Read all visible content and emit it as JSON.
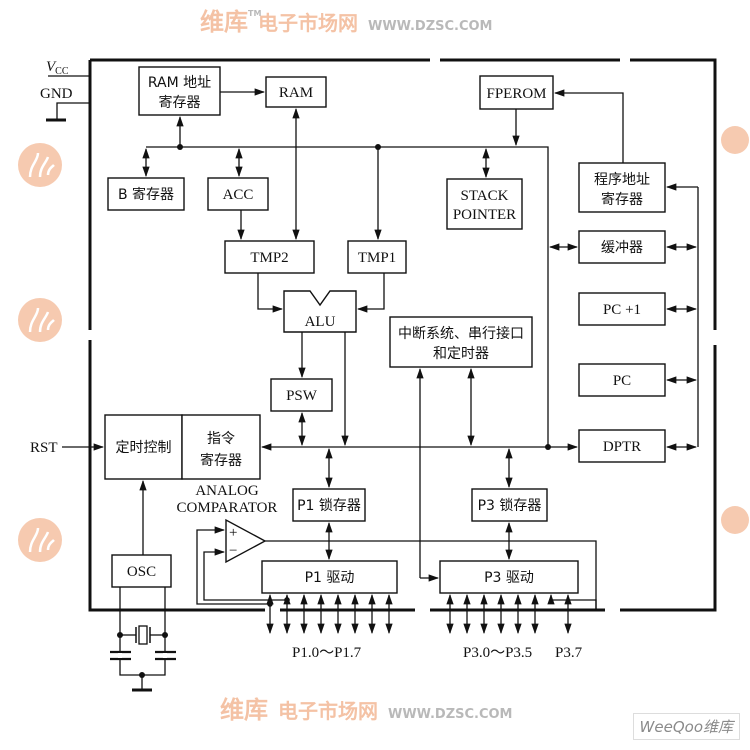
{
  "diagram": {
    "type": "block-diagram",
    "external_labels": {
      "vcc": "V",
      "vcc_sub": "CC",
      "gnd": "GND",
      "rst": "RST",
      "p1_pins": "P1.0～P1.7",
      "p3_pins": "P3.0～P3.5",
      "p37": "P3.7"
    },
    "blocks": {
      "ram_addr_reg": [
        "RAM 地址",
        "寄存器"
      ],
      "ram": "RAM",
      "fperom": "FPEROM",
      "b_reg": "B 寄存器",
      "acc": "ACC",
      "stack_pointer": [
        "STACK",
        "POINTER"
      ],
      "prog_addr_reg": [
        "程序地址",
        "寄存器"
      ],
      "buffer": "缓冲器",
      "tmp2": "TMP2",
      "tmp1": "TMP1",
      "alu": "ALU",
      "interrupt": [
        "中断系统、串行接口",
        "和定时器"
      ],
      "pc_plus1": "PC +1",
      "psw": "PSW",
      "pc": "PC",
      "timing_ctrl": "定时控制",
      "instr_reg": [
        "指令",
        "寄存器"
      ],
      "dptr": "DPTR",
      "analog_comparator": [
        "ANALOG",
        "COMPARATOR"
      ],
      "p1_latch": "P1 锁存器",
      "p3_latch": "P3 锁存器",
      "osc": "OSC",
      "p1_driver": "P1 驱动",
      "p3_driver": "P3 驱动",
      "comp_plus": "+",
      "comp_minus": "−"
    },
    "colors": {
      "line": "#111111",
      "watermark": "#f2b48f",
      "watermark_gray": "#b9b9b9"
    }
  },
  "watermark": {
    "brand_cn": "维库",
    "site_cn": "电子市场网",
    "url": "WWW.DZSC.COM",
    "tm": "TM",
    "footer": "WeeQoo维库"
  }
}
